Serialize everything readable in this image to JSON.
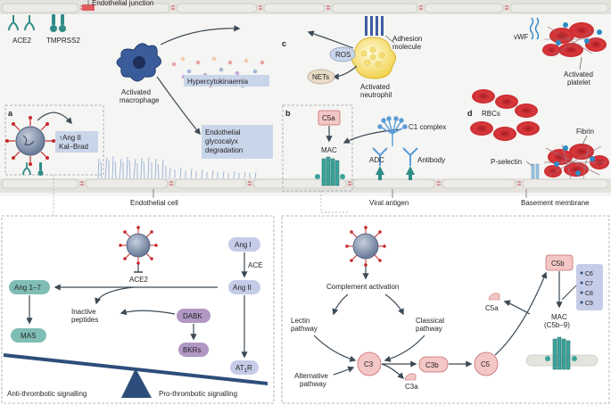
{
  "top": {
    "endothelial_junction": "Endothelial junction",
    "ace2": "ACE2",
    "tmprss2": "TMPRSS2",
    "activated_macrophage": "Activated\nmacrophage",
    "hypercytokinaemia": "Hypercytokinaemia",
    "glycocalyx": "Endothelial\nglycocalyx\ndegradation",
    "endothelial_cell": "Endothelial cell",
    "ros": "ROS",
    "nets": "NETs",
    "adhesion_molecule": "Adhesion\nmolecule",
    "activated_neutrophil": "Activated\nneutrophil",
    "vwf": "vWF",
    "activated_platelet": "Activated\nplatelet",
    "rbcs": "RBCs",
    "fibrin": "Fibrin",
    "p_selectin": "P-selectin",
    "basement_membrane": "Basement membrane",
    "c5a": "C5a",
    "mac": "MAC",
    "c1_complex": "C1 complex",
    "adc": "ADC",
    "antibody": "Antibody",
    "viral_antigen": "Viral antigen",
    "ang_box": "↑Ang II\nKal–Brad",
    "panel_labels": {
      "a": "a",
      "b": "b",
      "c": "c",
      "d": "d"
    }
  },
  "panel_a": {
    "ace2": "ACE2",
    "ang17": "Ang 1–7",
    "mas": "MAS",
    "inactive": "Inactive\npeptides",
    "dabk": "DABK",
    "bkrs": "BKRs",
    "ang1": "Ang I",
    "ace": "ACE",
    "ang2": "Ang II",
    "at1r": "AT",
    "at1r_sub": "1",
    "at1r_end": "R",
    "anti": "Anti-thrombotic signalling",
    "pro": "Pro-thrombotic signalling"
  },
  "panel_b": {
    "complement": "Complement activation",
    "lectin": "Lectin\npathway",
    "classical": "Classical\npathway",
    "alternative": "Alternative\npathway",
    "c3": "C3",
    "c3a": "C3a",
    "c3b": "C3b",
    "c5": "C5",
    "c5a": "C5a",
    "c5b": "C5b",
    "c_list": [
      "C6",
      "C7",
      "C8",
      "C9"
    ],
    "mac": "MAC\n(C5b–9)"
  },
  "colors": {
    "vessel": "#e6e5e0",
    "lumen": "#f4f4f1",
    "teal": "#2f8c87",
    "label_box": "#c9d6ea",
    "purple": "#8e6aa3",
    "pink": "#f3c7c5",
    "red": "#c8282d",
    "navy": "#2d4e7a"
  }
}
